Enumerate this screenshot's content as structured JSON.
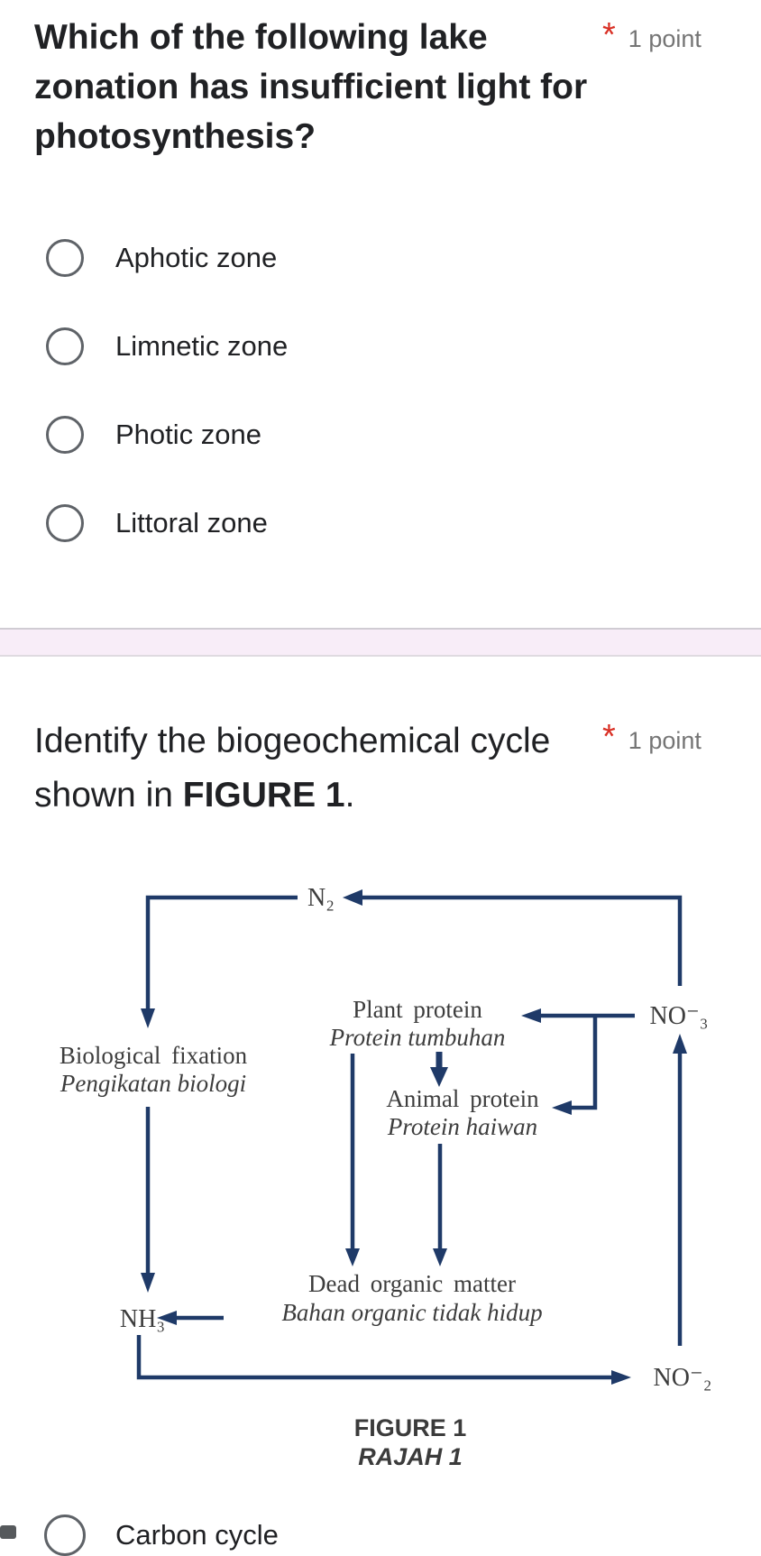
{
  "q1": {
    "title_lines": [
      "Which of the following lake",
      "zonation has insufficient light for",
      "photosynthesis?"
    ],
    "required_marker": "*",
    "points_label": "1 point",
    "options": [
      {
        "label": "Aphotic zone"
      },
      {
        "label": "Limnetic zone"
      },
      {
        "label": "Photic zone"
      },
      {
        "label": "Littoral zone"
      }
    ]
  },
  "q2": {
    "title_line1": "Identify the biogeochemical cycle",
    "title_line2_prefix": "shown in ",
    "title_line2_bold": "FIGURE 1",
    "title_line2_suffix": ".",
    "required_marker": "*",
    "points_label": "1 point",
    "figure": {
      "labels": {
        "n2": "N₂",
        "no3": "NO⁻₃",
        "no2": "NO⁻₂",
        "nh3": "NH₃",
        "plant_en": "Plant protein",
        "plant_ms": "Protein tumbuhan",
        "animal_en": "Animal protein",
        "animal_ms": "Protein haiwan",
        "fixation_en": "Biological fixation",
        "fixation_ms": "Pengikatan biologi",
        "dead_en": "Dead organic matter",
        "dead_ms": "Bahan organic tidak hidup"
      },
      "caption_en": "FIGURE 1",
      "caption_ms": "RAJAH 1"
    },
    "options": [
      {
        "label": "Carbon cycle"
      }
    ]
  },
  "colors": {
    "accent_red": "#d93025",
    "points_gray": "#757575",
    "text_dark": "#202124",
    "radio_gray": "#5f6368",
    "diagram_navy": "#1f3a68",
    "band_fill": "#f8edf8"
  }
}
